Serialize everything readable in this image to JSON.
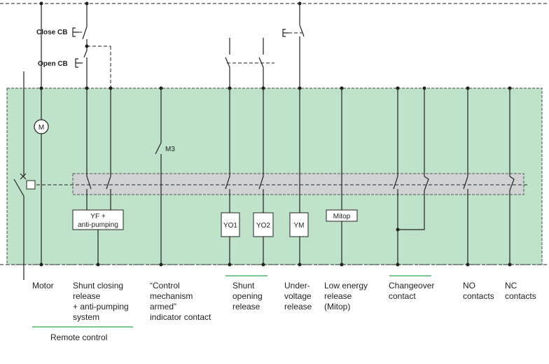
{
  "diagram": {
    "top_labels": {
      "close_cb": "Close CB",
      "open_cb": "Open CB"
    },
    "symbols": {
      "motor": "M",
      "m3": "M3"
    },
    "boxes": {
      "yf": [
        "YF +",
        "anti-pumping"
      ],
      "yo1": "YO1",
      "yo2": "YO2",
      "ym": "YM",
      "mitop": "Mitop"
    },
    "captions": {
      "motor": [
        "Motor"
      ],
      "shunt_closing": [
        "Shunt closing",
        "release",
        "+ anti-pumping",
        "system"
      ],
      "control_armed": [
        "“Control",
        "mechanism",
        "armed”",
        "indicator contact"
      ],
      "shunt_opening": [
        "Shunt",
        "opening",
        "release"
      ],
      "under_voltage": [
        "Under-",
        "voltage",
        "release"
      ],
      "low_energy": [
        "Low energy",
        "release",
        "(Mitop)"
      ],
      "changeover": [
        "Changeover",
        "contact"
      ],
      "no_contacts": [
        "NO",
        "contacts"
      ],
      "nc_contacts": [
        "NC",
        "contacts"
      ]
    },
    "group_label": "Remote control",
    "colors": {
      "panel_fill": "#bfe3c8",
      "bar_fill": "#d0d2d4",
      "accent_line": "#2fa84f",
      "wire": "#222222"
    }
  }
}
